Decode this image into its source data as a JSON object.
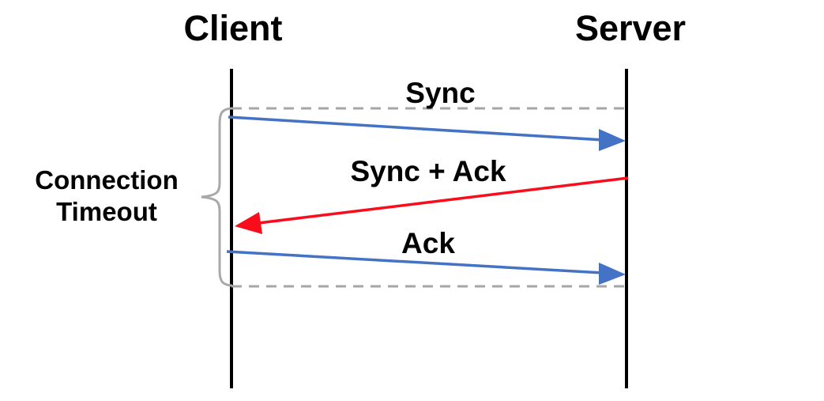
{
  "actors": [
    {
      "label": "Client"
    },
    {
      "label": "Server"
    }
  ],
  "messages": [
    {
      "label": "Sync",
      "from": "Client",
      "to": "Server",
      "color": "#4472C4"
    },
    {
      "label": "Sync + Ack",
      "from": "Server",
      "to": "Client",
      "color": "#FA0D1B"
    },
    {
      "label": "Ack",
      "from": "Client",
      "to": "Server",
      "color": "#4472C4"
    }
  ],
  "annotation": {
    "line1": "Connection",
    "line2": "Timeout"
  },
  "colors": {
    "arrow_blue": "#4472C4",
    "arrow_red": "#FA0D1B",
    "dashed_gray": "#A6A6A6",
    "brace_gray": "#A9A9A9",
    "lifeline_black": "#000000"
  }
}
